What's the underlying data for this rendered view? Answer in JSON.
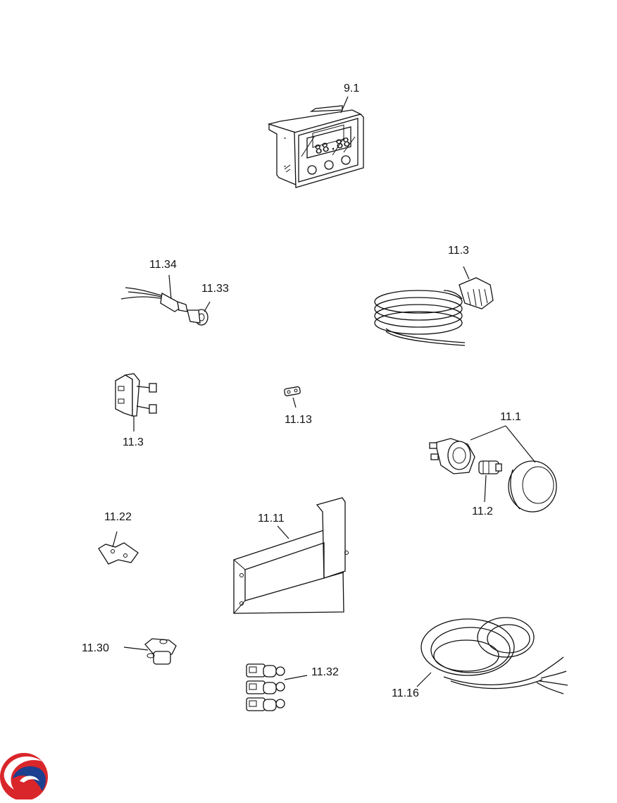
{
  "labels": {
    "timer_display": "9.1",
    "thermostat_top": "11.3",
    "indicator_wire": "11.34",
    "indicator_lens": "11.33",
    "hinge_bracket": "11.3",
    "small_clip": "11.13",
    "lamp_assembly": "11.1",
    "lamp_bulb": "11.2",
    "plate": "11.22",
    "channel_bracket": "11.11",
    "clamp": "11.30",
    "terminal_block": "11.32",
    "cable_harness": "11.16"
  },
  "colors": {
    "logo_red": "#d9262b",
    "logo_blue": "#1d3f8f",
    "line": "#111111"
  },
  "logo": {
    "icon": "brand-swirl-logo"
  }
}
